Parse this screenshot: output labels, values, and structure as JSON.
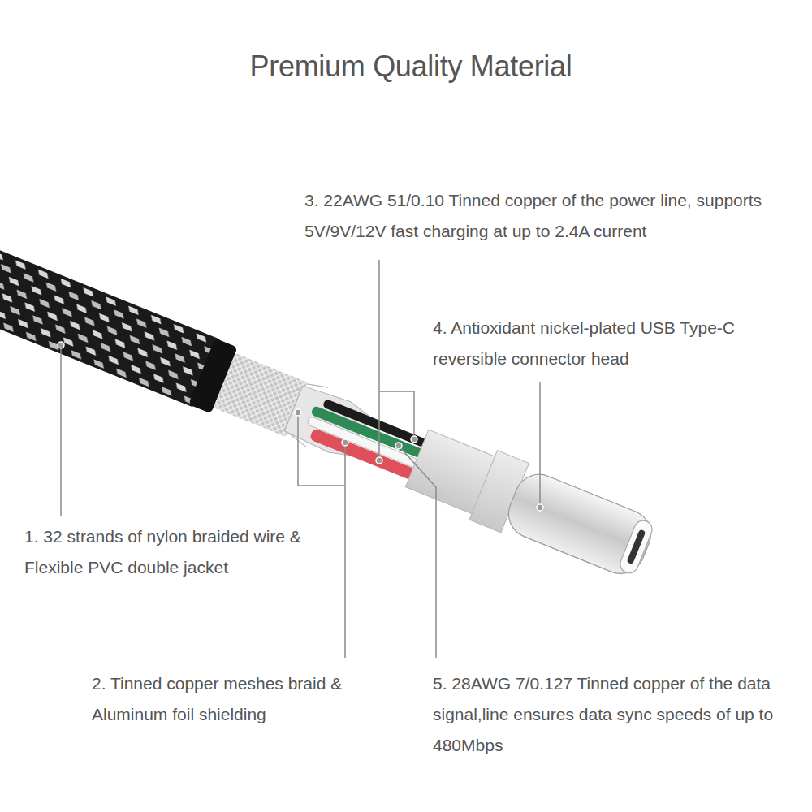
{
  "diagram": {
    "title": "Premium Quality Material",
    "labels": [
      "3. 22AWG 51/0.10 Tinned copper of the power line, supports 5V/9V/12V fast charging at up to 2.4A current",
      "4. Antioxidant nickel-plated USB Type-C reversible connector head",
      "1. 32 strands of nylon braided wire & Flexible PVC double jacket",
      "2. Tinned copper meshes braid & Aluminum foil shielding",
      "5. 28AWG 7/0.127 Tinned copper of the data signal,line ensures data sync speeds of up to 480Mbps"
    ]
  }
}
